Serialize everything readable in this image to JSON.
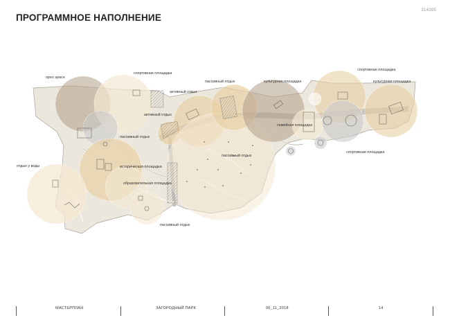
{
  "header": {
    "title": "ПРОГРАММНОЕ НАПОЛНЕНИЕ",
    "page_id": "314395"
  },
  "plan_labels": {
    "open_space": "open space",
    "sport_1": "спортивная площадка",
    "active_rest_1": "активный отдых",
    "passive_rest_1": "пассивный отдых",
    "cultural_1": "культурная площадка",
    "sport_2": "спортивная площадка",
    "cultural_2": "культурная площадка",
    "active_rest_2": "активный отдых",
    "passive_rest_2": "пассивный отдых",
    "family": "семейная площадка",
    "sport_3": "спортивная площадка",
    "water_rest": "отдых у воды",
    "historical": "историческая площадка",
    "educational": "образовательная площадка",
    "passive_rest_3": "пассивный отдых",
    "passive_rest_4": "пассивный отдых"
  },
  "footer": {
    "masterplan": "МАСТЕРПЛАН",
    "park": "ЗАГОРОДНЫЙ ПАРК",
    "date": "06_11_2018",
    "page": "14"
  },
  "colors": {
    "zone_brown": "#b39f88",
    "zone_sand": "#e8d0a4",
    "zone_grey": "#c9c9cc",
    "zone_cream": "#f4e8d2",
    "ground": "#ece7dc",
    "line": "#b9b2a6"
  }
}
